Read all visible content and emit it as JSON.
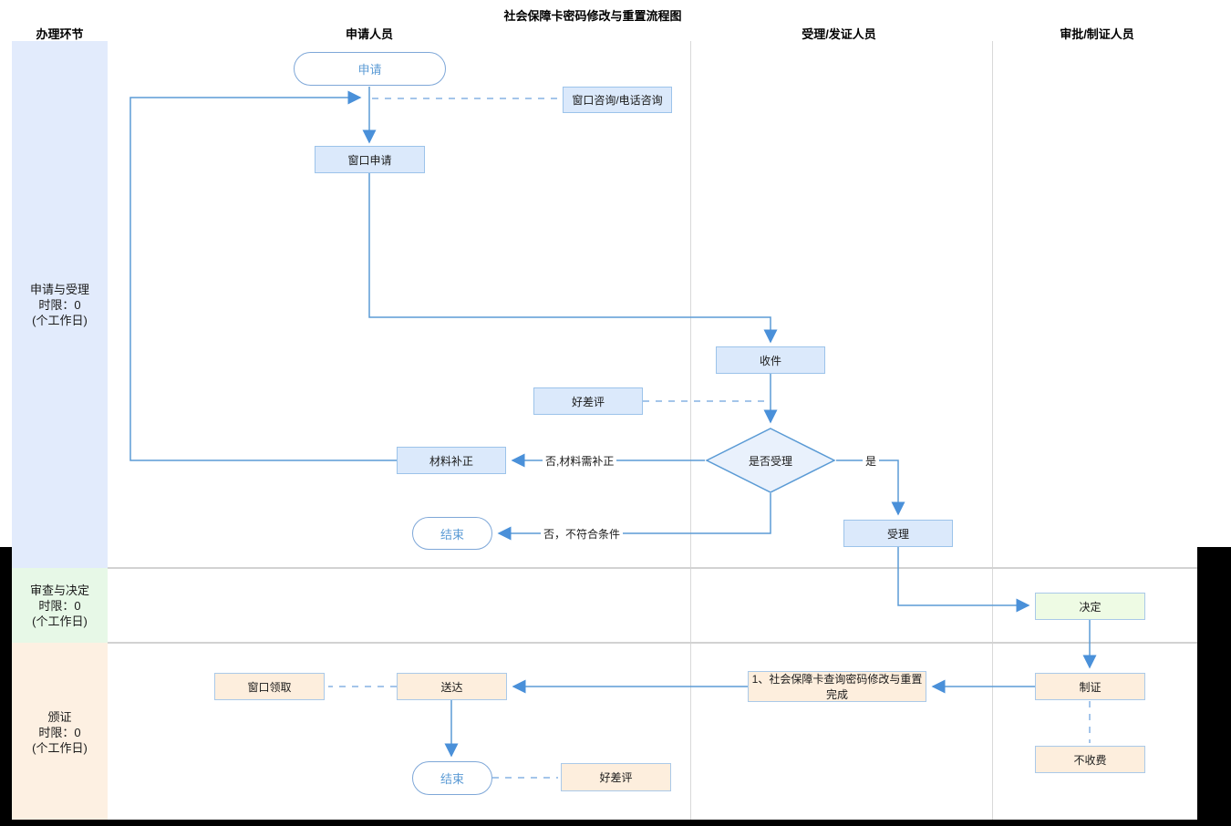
{
  "title": "社会保障卡密码修改与重置流程图",
  "columns": {
    "lane_header": "办理环节",
    "applicant": "申请人员",
    "acceptor": "受理/发证人员",
    "approver": "审批/制证人员"
  },
  "phases": [
    {
      "name": "申请与受理",
      "limit": "时限：0",
      "unit": "(个工作日)"
    },
    {
      "name": "审查与决定",
      "limit": "时限：0",
      "unit": "(个工作日)"
    },
    {
      "name": "颁证",
      "limit": "时限：0",
      "unit": "(个工作日)"
    }
  ],
  "nodes": {
    "apply": "申请",
    "window_consult": "窗口咨询/电话咨询",
    "window_apply": "窗口申请",
    "receive": "收件",
    "rating_1": "好差评",
    "accept_decision": "是否受理",
    "material_fix": "材料补正",
    "end_1": "结束",
    "accept": "受理",
    "decide": "决定",
    "make_cert": "制证",
    "no_fee": "不收费",
    "complete_note": "1、社会保障卡查询密码修改与重置完成",
    "deliver": "送达",
    "window_pickup": "窗口领取",
    "end_2": "结束",
    "rating_2": "好差评"
  },
  "edge_labels": {
    "no_need_fix": "否,材料需补正",
    "no_reject": "否，不符合条件",
    "yes": "是"
  },
  "colors": {
    "line_blue": "#5b9bd5",
    "dashed_blue": "#85b2e3",
    "arrow_fill": "#4a90d9",
    "box_blue_fill": "#dbe9fb",
    "box_green_fill": "#eefbe4",
    "box_orange_fill": "#fdeedd",
    "band_blue": "#e2ebfc",
    "band_green": "#e7f8e7",
    "band_orange": "#fdf0e2",
    "divider_gray": "#d9d9d9"
  }
}
